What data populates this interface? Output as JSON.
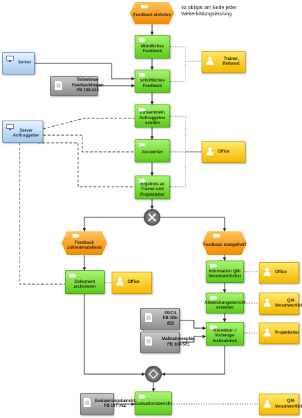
{
  "annotation": {
    "line1": "Ist obligat am Ende jeder",
    "line2": "Weiterbildungsleistung"
  },
  "events": {
    "start": "Feedback einholen",
    "satisfied": "Feedback zufriedenstellend",
    "poor": "Feedback mangelhaft"
  },
  "functions": {
    "oral": "Mündliches Feedback",
    "written": "schriftliches Feedback",
    "collect": "Einsammeln Auftraggeber senden",
    "evaluate": "Auswerten",
    "result": "Ergebnis an Trainer und Projektleiter",
    "archive": "Dokument archivieren",
    "inform": "Information QM-Verantwortlicher",
    "deviation": "Abweichungsbericht erstellen",
    "corrective": "Korrektur- / Vorbeuge-maßnahmen",
    "report": "Evaluationsbericht"
  },
  "roles": {
    "trainer": "Trainer, Referent",
    "office1": "Office",
    "office2": "Office",
    "office3": "Office",
    "qm1": "QM-Verantwortlicher",
    "pl": "Projektleiter",
    "qm2": "QM-Verantwortlicher"
  },
  "systems": {
    "server": "Server",
    "server_client": "Server Auftraggeber"
  },
  "documents": {
    "feedback_form": "Teilnehmer Feedbackbogen FB 108-424",
    "pdca": "PDCA FB 108-852",
    "measures": "Maßnahmenplan FB 108-521",
    "eval_report": "Evaluierungsbericht FB 107-752"
  },
  "colors": {
    "function_green": "#6bd426",
    "event_orange": "#f5a100",
    "role_yellow": "#fcd21c",
    "system_blue": "#bcd6f2",
    "document_gray": "#9a9a9a"
  }
}
